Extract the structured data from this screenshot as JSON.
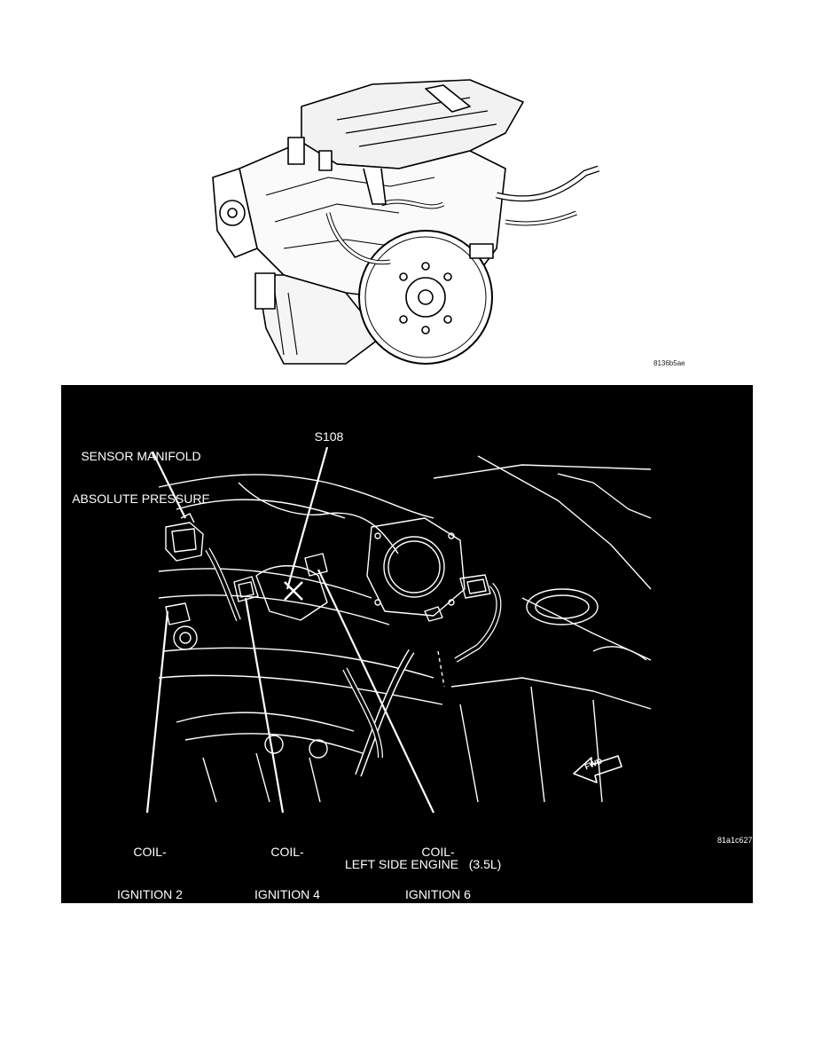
{
  "figure1": {
    "code": "8136b5ae"
  },
  "figure2": {
    "code": "81a1c627",
    "caption": "LEFT SIDE ENGINE   (3.5L)",
    "labels": {
      "sensor_line1": "SENSOR MANIFOLD",
      "sensor_line2": "ABSOLUTE PRESSURE",
      "s108": "S108",
      "coil2_line1": "COIL-",
      "coil2_line2": "IGNITION 2",
      "coil4_line1": "COIL-",
      "coil4_line2": "IGNITION 4",
      "coil6_line1": "COIL-",
      "coil6_line2": "IGNITION 6"
    },
    "fwd_label": "FWD"
  }
}
